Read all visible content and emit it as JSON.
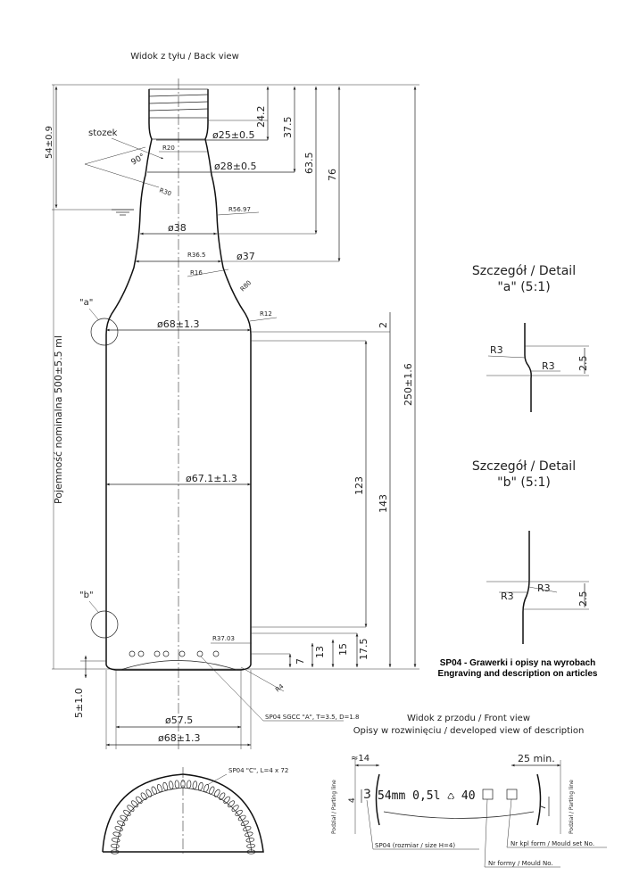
{
  "views": {
    "back_view_title": "Widok z tyłu / Back view",
    "front_view_title": "Widok z przodu / Front view",
    "developed_view_title": "Opisy w rozwinięciu / developed view of description"
  },
  "labels": {
    "stozek": "stozek",
    "capacity": "Pojemność nominalna 500±5.5 ml",
    "detail_a_marker": "\"a\"",
    "detail_b_marker": "\"b\""
  },
  "dimensions": {
    "neck_h": "54±0.9",
    "d242": "24.2",
    "d375": "37.5",
    "d635": "63.5",
    "d76": "76",
    "d250": "250±1.6",
    "d2": "2",
    "d123": "123",
    "d143": "143",
    "d7": "7",
    "d13": "13",
    "d15": "15",
    "d175": "17.5",
    "d5": "5±1.0",
    "phi25": "ø25±0.5",
    "phi28": "ø28±0.5",
    "phi38": "ø38",
    "phi37": "ø37",
    "phi68a": "ø68±1.3",
    "phi671": "ø67.1±1.3",
    "phi575": "ø57.5",
    "phi68b": "ø68±1.3",
    "r20": "R20",
    "r30": "R30",
    "r5697": "R56.97",
    "r365": "R36.5",
    "r16": "R16",
    "r80": "R80",
    "r12": "R12",
    "r3703": "R37.03",
    "r4": "R4",
    "angle": "90°"
  },
  "details": {
    "a_title": "Szczegół / Detail",
    "a_sub": "\"a\" (5:1)",
    "b_title": "Szczegół / Detail",
    "b_sub": "\"b\" (5:1)",
    "r3": "R3",
    "d25": "2.5"
  },
  "engraving": {
    "title_pl": "SP04 - Grawerki i opisy na wyrobach",
    "title_en": "Engraving and description on articles",
    "sgcc": "SP04 SGCC \"A\", T=3.5, D=1.8",
    "sp04c": "SP04 \"C\", L=4 x 72",
    "text_line": "54mm 0,5l ♺ 40",
    "approx14": "≈14",
    "h4": "4",
    "min25": "25 min.",
    "h7": "7",
    "parting_line": "Podział / Parting line",
    "size_label": "SP04 (rozmiar / size H=4)",
    "mould_no": "Nr formy / Mould No.",
    "mould_set": "Nr kpl form / Mould set No."
  }
}
